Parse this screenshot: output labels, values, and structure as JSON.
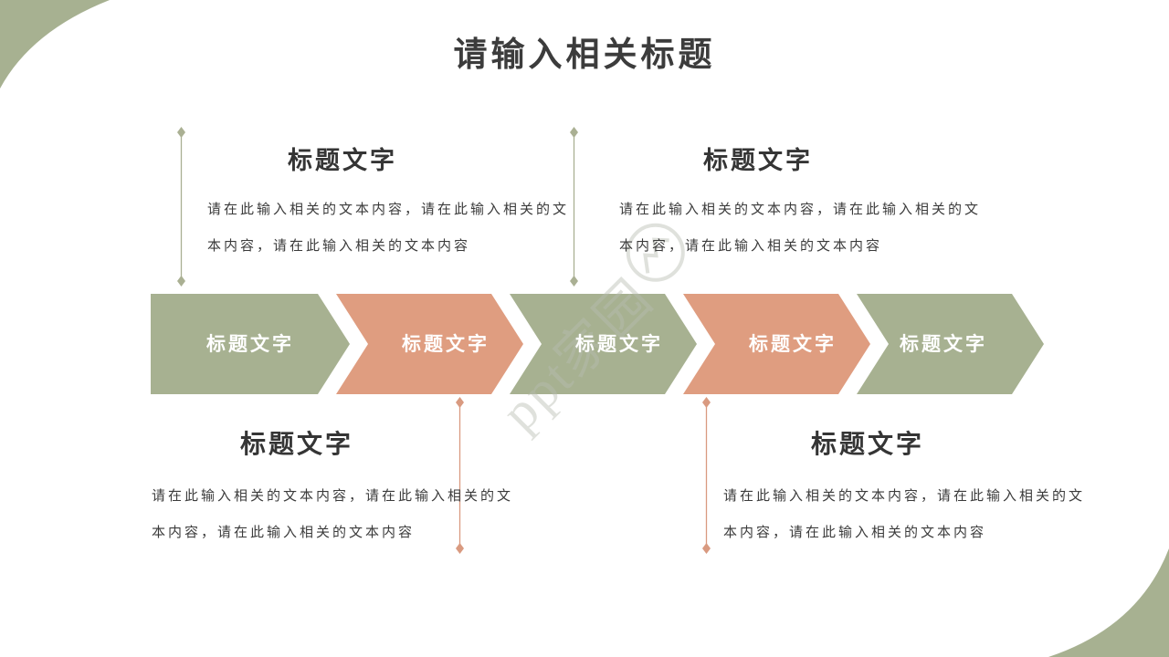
{
  "slide": {
    "title": "请输入相关标题"
  },
  "watermark": {
    "text": "ppt家园"
  },
  "flow": {
    "steps": [
      {
        "label": "标题文字",
        "color": "#a7b191"
      },
      {
        "label": "标题文字",
        "color": "#df9d80"
      },
      {
        "label": "标题文字",
        "color": "#a7b191"
      },
      {
        "label": "标题文字",
        "color": "#df9d80"
      },
      {
        "label": "标题文字",
        "color": "#a7b191"
      }
    ]
  },
  "callouts": [
    {
      "position": "top-left",
      "title": "标题文字",
      "body": "请在此输入相关的文本内容，请在此输入相关的文本内容，请在此输入相关的文本内容"
    },
    {
      "position": "top-right",
      "title": "标题文字",
      "body": "请在此输入相关的文本内容，请在此输入相关的文本内容，请在此输入相关的文本内容"
    },
    {
      "position": "bottom-left",
      "title": "标题文字",
      "body": "请在此输入相关的文本内容，请在此输入相关的文本内容，请在此输入相关的文本内容"
    },
    {
      "position": "bottom-right",
      "title": "标题文字",
      "body": "请在此输入相关的文本内容，请在此输入相关的文本内容，请在此输入相关的文本内容"
    }
  ],
  "colors": {
    "sage_green": "#a7b191",
    "salmon": "#df9d80",
    "connector_green": "#aab093",
    "connector_salmon": "#d99a80",
    "title_text": "#3c3c3c",
    "body_text": "#3b3b3b",
    "background": "#ffffff"
  }
}
